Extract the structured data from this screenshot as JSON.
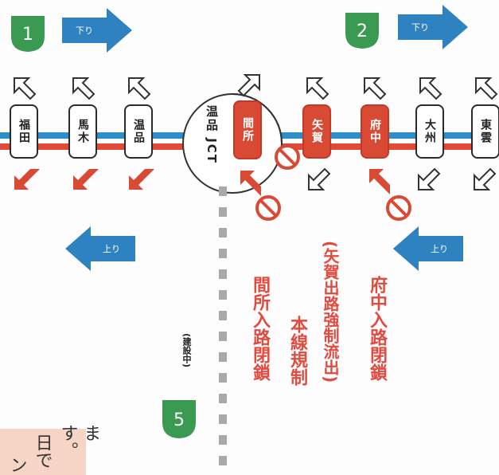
{
  "colors": {
    "down_line": "#2f8ec8",
    "up_line": "#e04a36",
    "closure_red": "#d94a35",
    "route_green": "#3b9a52",
    "arrow_blue": "#2f82c0",
    "annotation_red": "#e24a3f",
    "note_background": "#f6d4c6"
  },
  "routes": [
    {
      "number": "1",
      "direction": "下り"
    },
    {
      "number": "2",
      "direction": "下り"
    }
  ],
  "route_under_construction": {
    "number": "5",
    "note": "(建設中)"
  },
  "up_labels": [
    "上り",
    "上り"
  ],
  "stations": [
    {
      "name": "福田",
      "closed": false
    },
    {
      "name": "馬木",
      "closed": false
    },
    {
      "name": "温品",
      "closed": false
    },
    {
      "name": "間所",
      "closed": true
    },
    {
      "name": "矢賀",
      "closed": true
    },
    {
      "name": "府中",
      "closed": true
    },
    {
      "name": "大州",
      "closed": false
    },
    {
      "name": "東雲",
      "closed": false
    }
  ],
  "junction": "温品 JCT",
  "annotations": {
    "line1": "間所入路閉鎖",
    "line2": "本線規制",
    "line3": "(矢賀出路強制流出)",
    "line4": "府中入路閉鎖"
  },
  "note": {
    "col1": "ン",
    "col2": "日で",
    "col3": "ます。"
  },
  "icons": [
    "shield-icon",
    "down-arrow-icon",
    "up-arrow-icon",
    "no-entry-icon",
    "on-ramp-icon",
    "off-ramp-icon"
  ]
}
